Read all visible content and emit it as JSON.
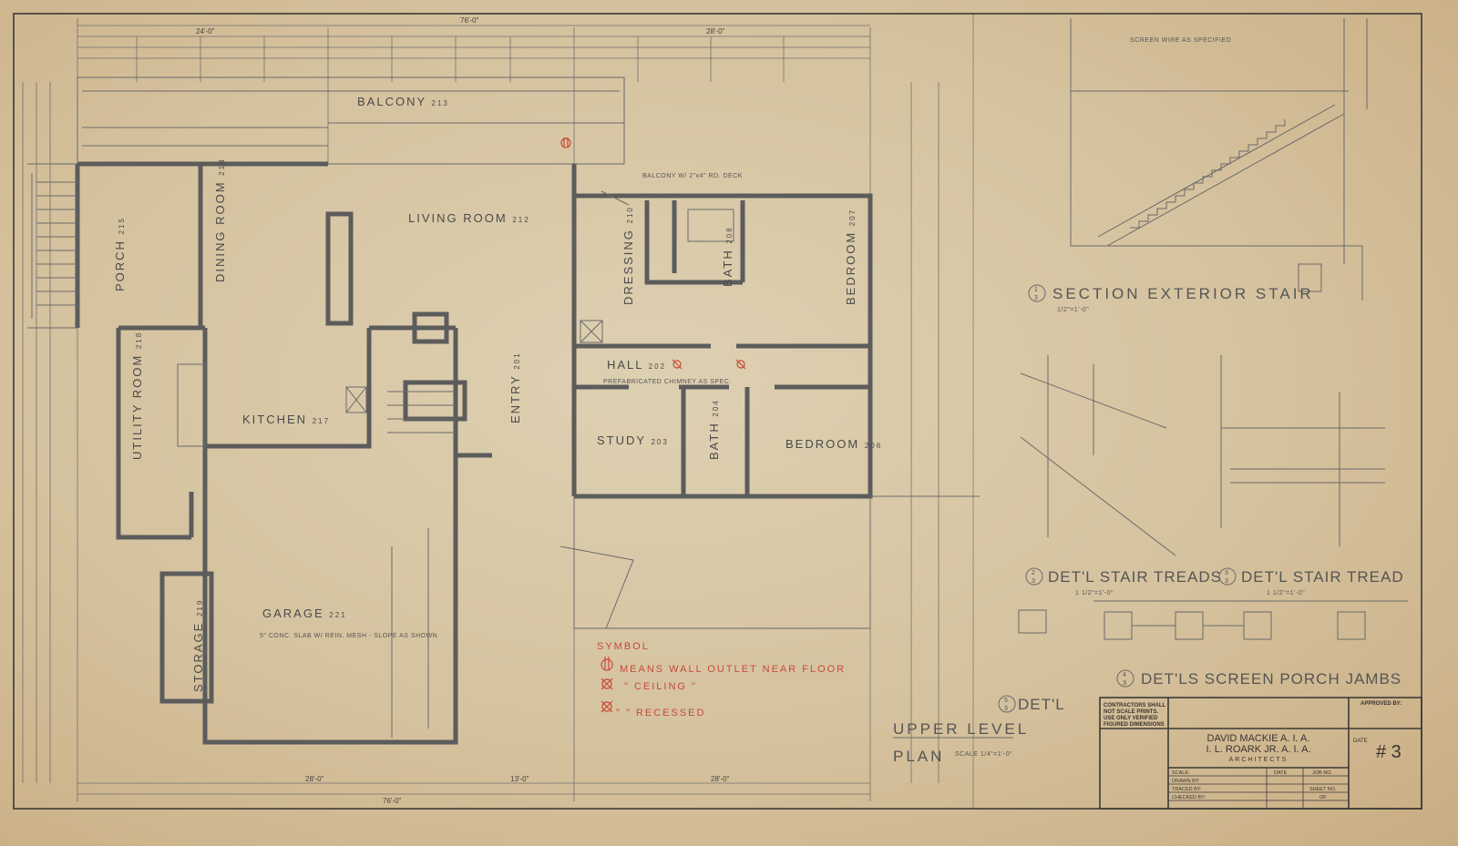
{
  "sheet": {
    "title_line1": "UPPER LEVEL",
    "title_line2": "PLAN",
    "scale_note": "SCALE 1/4\"=1'-0\"",
    "paper_color": "#d6c29c",
    "line_color": "#5c5c5c",
    "markup_color": "#c8493a"
  },
  "dimensions": {
    "overall_top": "76'-0\"",
    "overall_bottom": "76'-0\"",
    "left_wing": "24'-0\"",
    "right_wing": "28'-0\"",
    "bottom_left": "28'-0\"",
    "bottom_mid": "13'-0\"",
    "bottom_right": "28'-0\""
  },
  "rooms": [
    {
      "name": "BALCONY",
      "number": "213"
    },
    {
      "name": "LIVING ROOM",
      "number": "212"
    },
    {
      "name": "DINING ROOM",
      "number": "214"
    },
    {
      "name": "PORCH",
      "number": "215"
    },
    {
      "name": "KITCHEN",
      "number": "217"
    },
    {
      "name": "UTILITY ROOM",
      "number": "218"
    },
    {
      "name": "ENTRY",
      "number": "201"
    },
    {
      "name": "HALL",
      "number": "202"
    },
    {
      "name": "STUDY",
      "number": "203"
    },
    {
      "name": "BATH",
      "number": "204"
    },
    {
      "name": "BEDROOM",
      "number": "206"
    },
    {
      "name": "DRESSING",
      "number": "210"
    },
    {
      "name": "BATH",
      "number": "208"
    },
    {
      "name": "BEDROOM",
      "number": "207"
    },
    {
      "name": "GARAGE",
      "number": "221"
    },
    {
      "name": "STORAGE",
      "number": "219"
    }
  ],
  "notes": {
    "garage_slab": "5\" CONC. SLAB W/ REIN. MESH - SLOPE AS SHOWN",
    "hall_note": "PREFABRICATED CHIMNEY AS SPEC.",
    "balcony_note": "BALCONY W/ 2\"x4\" RD. DECK",
    "screen_wire": "SCREEN WIRE AS SPECIFIED"
  },
  "legend": {
    "title": "SYMBOL",
    "rows": [
      {
        "symbol": "wall-outlet-icon",
        "text": "MEANS WALL OUTLET NEAR FLOOR"
      },
      {
        "symbol": "ceiling-outlet-icon",
        "text": "\"   CEILING   \""
      },
      {
        "symbol": "recessed-outlet-icon",
        "text": "\"   \"   RECESSED"
      }
    ]
  },
  "details": [
    {
      "ref_top": "1",
      "ref_bottom": "3",
      "title": "SECTION  EXTERIOR STAIR",
      "scale": "1/2\"=1'-0\""
    },
    {
      "ref_top": "2",
      "ref_bottom": "3",
      "title": "DET'L  STAIR TREADS",
      "scale": "1 1/2\"=1'-0\""
    },
    {
      "ref_top": "3",
      "ref_bottom": "3",
      "title": "DET'L  STAIR TREAD",
      "scale": "1 1/2\"=1'-0\""
    },
    {
      "ref_top": "4",
      "ref_bottom": "3",
      "title": "DET'LS  SCREEN PORCH JAMBS",
      "scale": ""
    },
    {
      "ref_top": "5",
      "ref_bottom": "3",
      "title": "DET'L",
      "scale": ""
    }
  ],
  "title_block": {
    "contractor_note": [
      "CONTRACTORS SHALL",
      "NOT SCALE PRINTS.",
      "USE ONLY VERIFIED",
      "FIGURED DIMENSIONS"
    ],
    "approved_by": "APPROVED BY:",
    "date_label": "DATE",
    "architect1": "DAVID MACKIE A. I. A.",
    "architect2": "I. L. ROARK JR. A. I. A.",
    "firm_label": "ARCHITECTS",
    "scale_label": "SCALE:",
    "date2_label": "DATE",
    "job_label": "JOB NO.",
    "drawn_label": "DRAWN BY:",
    "traced_label": "TRACED BY:",
    "sheet_label": "SHEET NO.",
    "checked_label": "CHECKED BY:",
    "of_label": "OF",
    "sheet_number": "# 3"
  }
}
